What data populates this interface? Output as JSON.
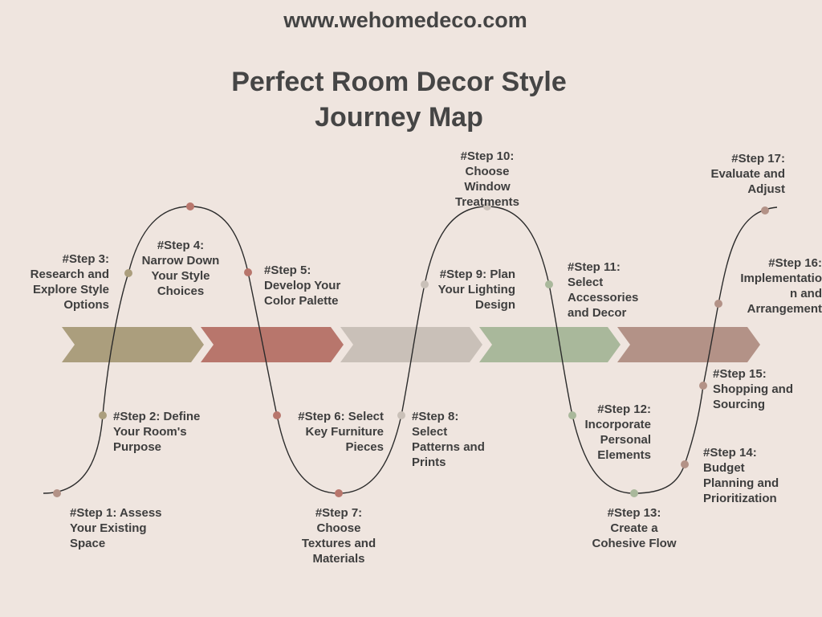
{
  "header": {
    "website": "www.wehomedeco.com",
    "title_line1": "Perfect Room Decor Style",
    "title_line2": "Journey Map"
  },
  "colors": {
    "background": "#efe5df",
    "text": "#3f3f3f",
    "curve": "#2b2b2b",
    "arrows": [
      "#ab9e7d",
      "#b8766c",
      "#c9c0b8",
      "#a9b89b",
      "#b39287"
    ]
  },
  "steps": [
    {
      "lines": [
        "#Step 1: Assess",
        "Your Existing",
        "Space"
      ],
      "dot_color": "#b39287"
    },
    {
      "lines": [
        "#Step 2: Define",
        "Your Room's",
        "Purpose"
      ],
      "dot_color": "#ab9e7d"
    },
    {
      "lines": [
        "#Step 3:",
        "Research and",
        "Explore Style",
        "Options"
      ],
      "dot_color": "#ab9e7d"
    },
    {
      "lines": [
        "#Step 4:",
        "Narrow Down",
        "Your Style",
        "Choices"
      ],
      "dot_color": "#b8766c"
    },
    {
      "lines": [
        "#Step 5:",
        "Develop Your",
        "Color Palette"
      ],
      "dot_color": "#b8766c"
    },
    {
      "lines": [
        "#Step 6: Select",
        "Key Furniture",
        "Pieces"
      ],
      "dot_color": "#b8766c"
    },
    {
      "lines": [
        "#Step 7:",
        "Choose",
        "Textures and",
        "Materials"
      ],
      "dot_color": "#b8766c"
    },
    {
      "lines": [
        "#Step 8:",
        "Select",
        "Patterns and",
        "Prints"
      ],
      "dot_color": "#c9c0b8"
    },
    {
      "lines": [
        "#Step 9: Plan",
        "Your Lighting",
        "Design"
      ],
      "dot_color": "#c9c0b8"
    },
    {
      "lines": [
        "#Step 10:",
        "Choose",
        "Window",
        "Treatments"
      ],
      "dot_color": "#c9c0b8"
    },
    {
      "lines": [
        "#Step 11:",
        "Select",
        "Accessories",
        "and Decor"
      ],
      "dot_color": "#a9b89b"
    },
    {
      "lines": [
        "#Step 12:",
        "Incorporate",
        "Personal",
        "Elements"
      ],
      "dot_color": "#a9b89b"
    },
    {
      "lines": [
        "#Step 13:",
        "Create a",
        "Cohesive Flow"
      ],
      "dot_color": "#a9b89b"
    },
    {
      "lines": [
        "#Step 14:",
        "Budget",
        "Planning and",
        "Prioritization"
      ],
      "dot_color": "#b39287"
    },
    {
      "lines": [
        "#Step 15:",
        "Shopping and",
        "Sourcing"
      ],
      "dot_color": "#b39287"
    },
    {
      "lines": [
        "#Step 16:",
        "Implementatio",
        "n and",
        "Arrangement"
      ],
      "dot_color": "#b39287"
    },
    {
      "lines": [
        "#Step 17:",
        "Evaluate and",
        "Adjust"
      ],
      "dot_color": "#b39287"
    }
  ]
}
